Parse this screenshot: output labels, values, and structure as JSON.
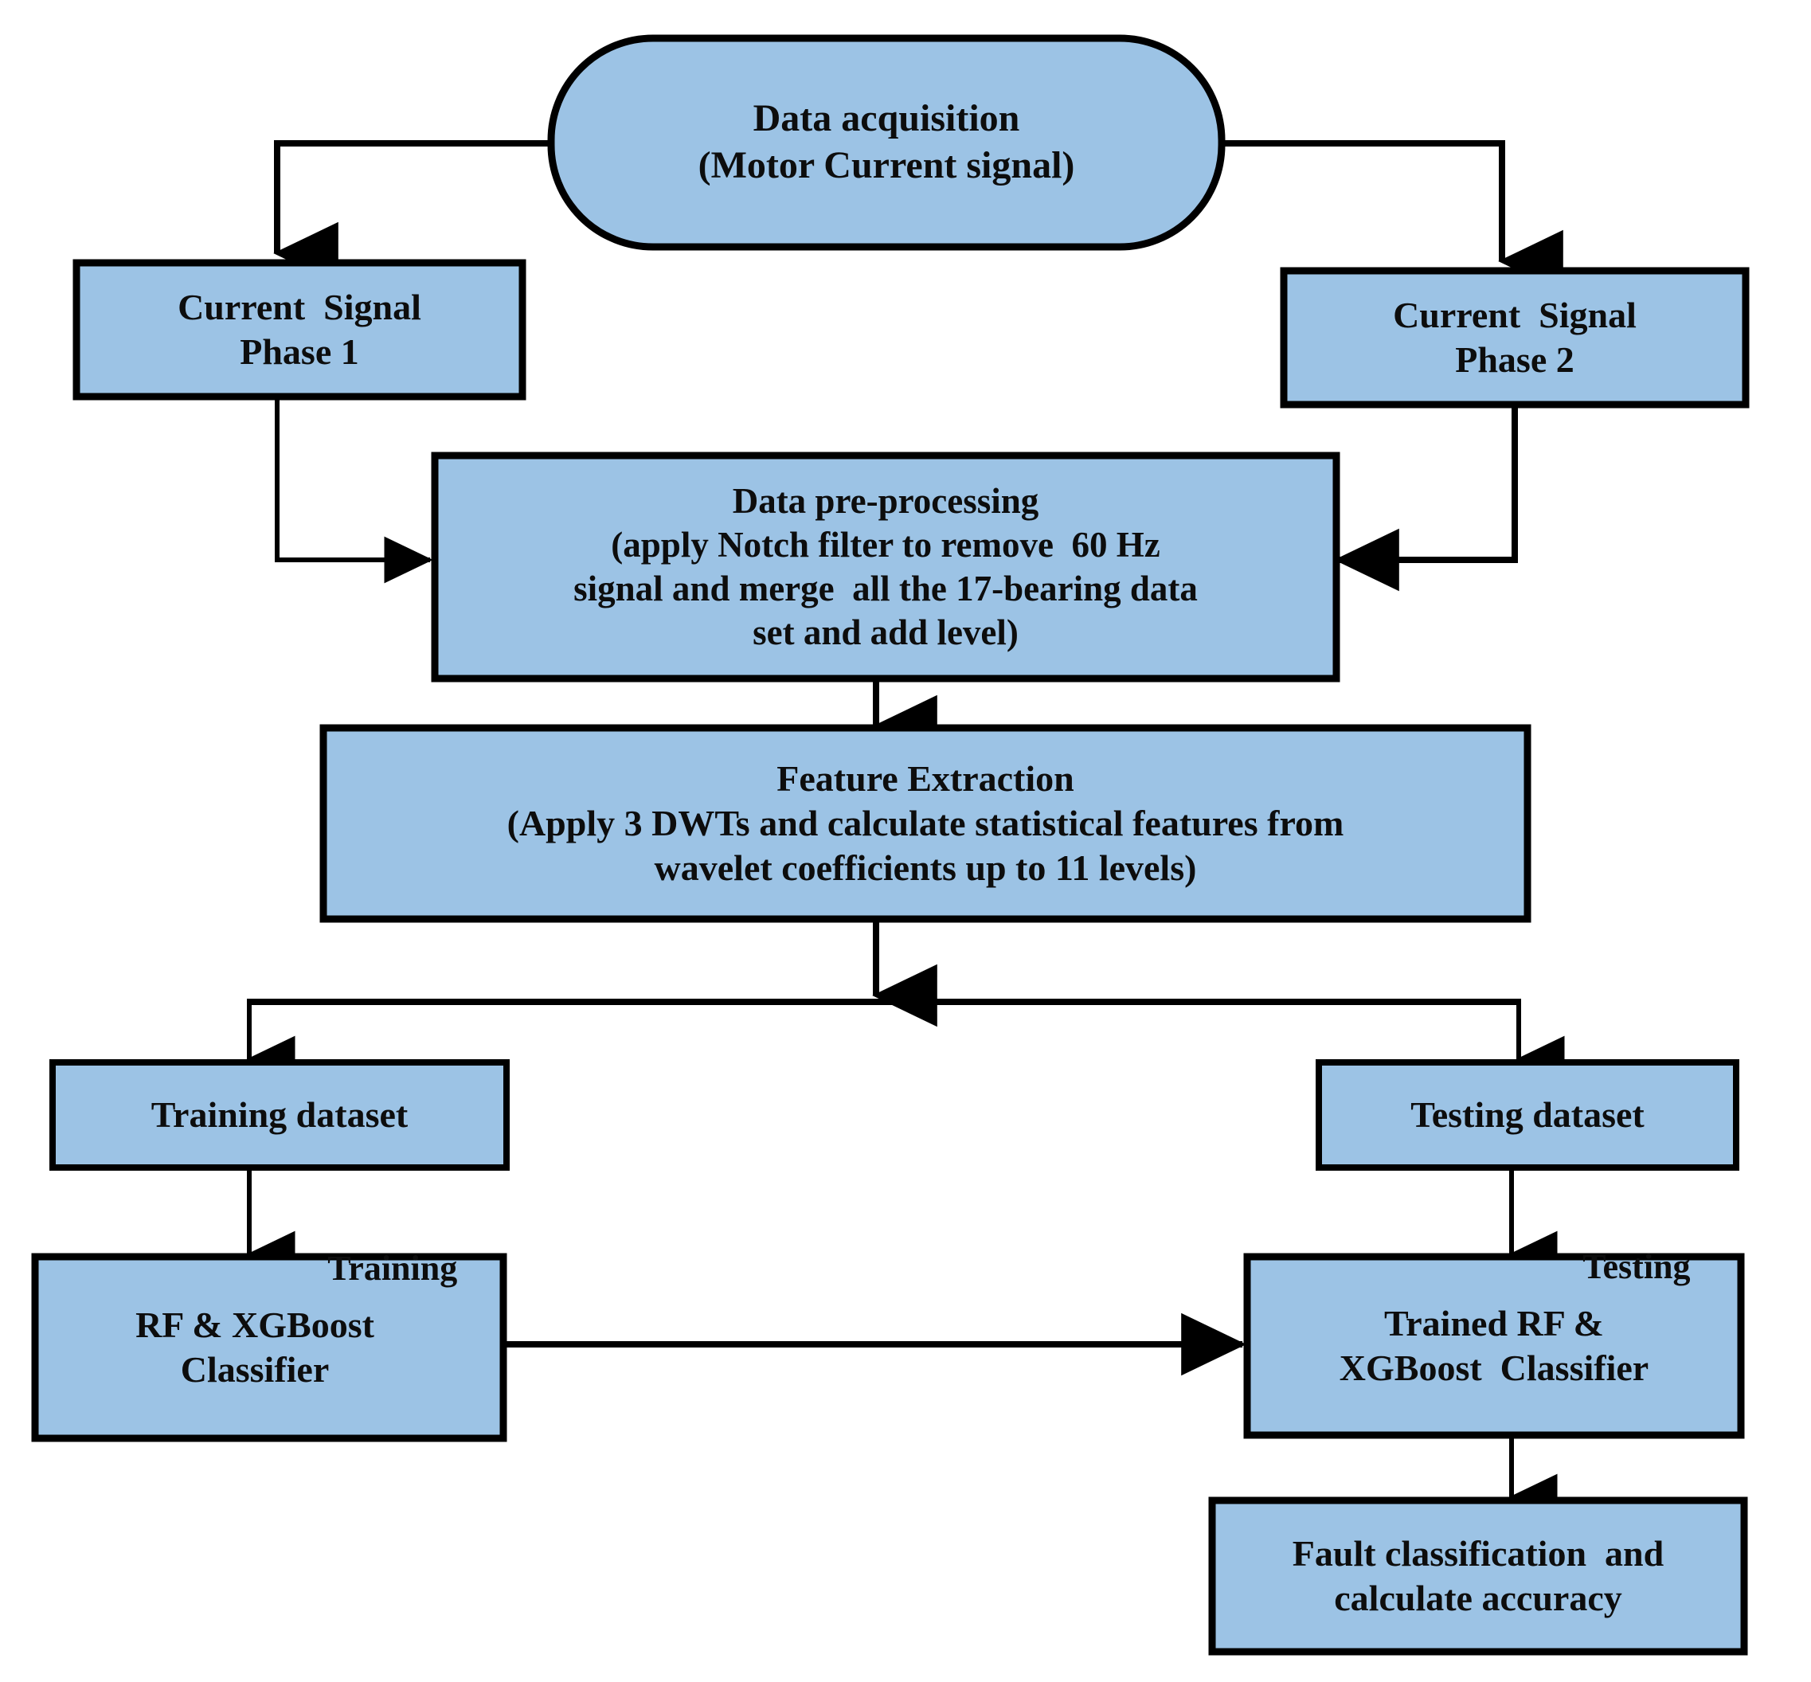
{
  "diagram": {
    "title": "Motor current signal bearing fault classification flowchart",
    "palette": {
      "node_fill": "#9CC3E5",
      "node_stroke": "#000000",
      "connector": "#000000",
      "background": "#FFFFFF",
      "text": "#0D0D0D"
    },
    "nodes": [
      {
        "id": "data-acquisition",
        "shape": "rounded-rectangle",
        "lines": [
          "Data acquisition",
          "(Motor Current signal)"
        ]
      },
      {
        "id": "current-signal-phase-1",
        "shape": "rectangle",
        "lines": [
          "Current  Signal",
          "Phase 1"
        ]
      },
      {
        "id": "current-signal-phase-2",
        "shape": "rectangle",
        "lines": [
          "Current  Signal",
          "Phase 2"
        ]
      },
      {
        "id": "data-pre-processing",
        "shape": "rectangle",
        "lines": [
          "Data pre-processing",
          "(apply Notch filter to remove  60 Hz",
          "signal and merge  all the 17-bearing data",
          "set and add level)"
        ]
      },
      {
        "id": "feature-extraction",
        "shape": "rectangle",
        "lines": [
          "Feature Extraction",
          "(Apply 3 DWTs and calculate statistical features from",
          "wavelet coefficients up to 11 levels)"
        ]
      },
      {
        "id": "training-dataset",
        "shape": "rectangle",
        "lines": [
          "Training dataset"
        ]
      },
      {
        "id": "testing-dataset",
        "shape": "rectangle",
        "lines": [
          "Testing dataset"
        ]
      },
      {
        "id": "rf-xgboost-classifier",
        "shape": "rectangle",
        "lines": [
          "RF & XGBoost",
          "Classifier"
        ]
      },
      {
        "id": "trained-rf-xgboost-classifier",
        "shape": "rectangle",
        "lines": [
          "Trained RF &",
          "XGBoost  Classifier"
        ]
      },
      {
        "id": "fault-classification",
        "shape": "rectangle",
        "lines": [
          "Fault classification  and",
          "calculate accuracy"
        ]
      }
    ],
    "edge_labels": {
      "training": "Training",
      "testing": "Testing"
    },
    "text": {
      "data_acquisition_l1": "Data acquisition",
      "data_acquisition_l2": "(Motor Current signal)",
      "phase1_l1": "Current  Signal",
      "phase1_l2": "Phase 1",
      "phase2_l1": "Current  Signal",
      "phase2_l2": "Phase 2",
      "preproc_l1": "Data pre-processing",
      "preproc_l2": "(apply Notch filter to remove  60 Hz",
      "preproc_l3": "signal and merge  all the 17-bearing data",
      "preproc_l4": "set and add level)",
      "feature_l1": "Feature Extraction",
      "feature_l2": "(Apply 3 DWTs and calculate statistical features from",
      "feature_l3": "wavelet coefficients up to 11 levels)",
      "training_dataset": "Training dataset",
      "testing_dataset": "Testing dataset",
      "rf_l1": "RF & XGBoost",
      "rf_l2": "Classifier",
      "trained_l1": "Trained RF &",
      "trained_l2": "XGBoost  Classifier",
      "fault_l1": "Fault classification  and",
      "fault_l2": "calculate accuracy",
      "label_training": "Training",
      "label_testing": "Testing"
    }
  }
}
